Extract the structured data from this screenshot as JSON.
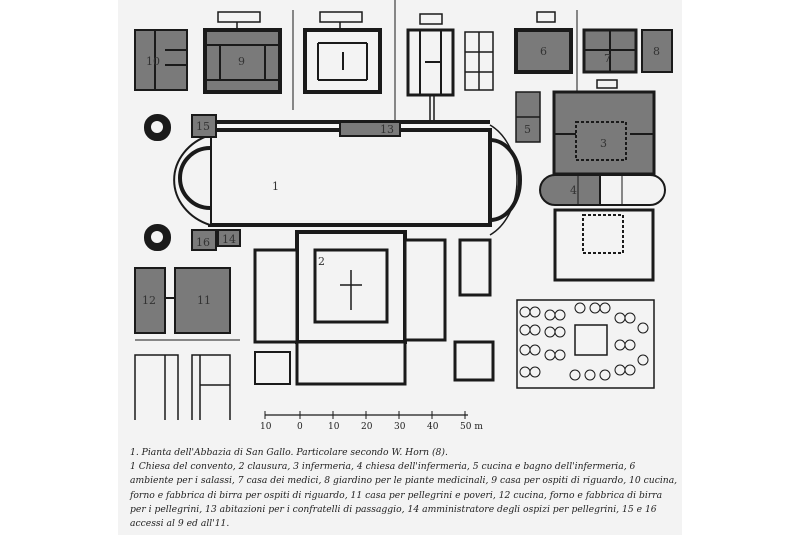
{
  "figure": {
    "title": "1. Pianta dell'Abbazia di San Gallo. Particolare secondo W. Horn (8).",
    "legend": "1 Chiesa del convento, 2 clausura, 3 infermeria, 4 chiesa dell'infermeria, 5 cucina e bagno dell'infermeria, 6 ambiente per i salassi, 7 casa dei medici, 8 giardino per le piante medicinali, 9 casa per ospiti di riguardo, 10 cucina, forno e fabbrica di birra per ospiti di riguardo, 11 casa per pellegrini e poveri, 12 cucina, forno e fabbrica di birra per i pellegrini, 13 abitazioni per i confratelli di passaggio, 14 amministratore degli ospizi per pellegrini, 15 e 16 accessi al 9 ed all'11.",
    "legend_items": [
      {
        "n": "1",
        "label": "Chiesa del convento"
      },
      {
        "n": "2",
        "label": "clausura"
      },
      {
        "n": "3",
        "label": "infermeria"
      },
      {
        "n": "4",
        "label": "chiesa dell'infermeria"
      },
      {
        "n": "5",
        "label": "cucina e bagno dell'infermeria"
      },
      {
        "n": "6",
        "label": "ambiente per i salassi"
      },
      {
        "n": "7",
        "label": "casa dei medici"
      },
      {
        "n": "8",
        "label": "giardino per le piante medicinali"
      },
      {
        "n": "9",
        "label": "casa per ospiti di riguardo"
      },
      {
        "n": "10",
        "label": "cucina, forno e fabbrica di birra per ospiti di riguardo"
      },
      {
        "n": "11",
        "label": "casa per pellegrini e poveri"
      },
      {
        "n": "12",
        "label": "cucina, forno e fabbrica di birra per i pellegrini"
      },
      {
        "n": "13",
        "label": "abitazioni per i confratelli di passaggio"
      },
      {
        "n": "14",
        "label": "amministratore degli ospizi per pellegrini"
      },
      {
        "n": "15",
        "label": "accessi al 9"
      },
      {
        "n": "16",
        "label": "accessi all'11"
      }
    ]
  },
  "plan_labels": {
    "l1": "1",
    "l2": "2",
    "l3": "3",
    "l4": "4",
    "l5": "5",
    "l6": "6",
    "l7": "7",
    "l8": "8",
    "l9": "9",
    "l10": "10",
    "l11": "11",
    "l12": "12",
    "l13": "13",
    "l14": "14",
    "l15": "15",
    "l16": "16"
  },
  "scale_bar": {
    "ticks": [
      "10",
      "0",
      "10",
      "20",
      "30",
      "40",
      "50 m"
    ]
  },
  "colors": {
    "paper": "#f3f3f3",
    "ink": "#1a1a1a",
    "shaded": "#7a7a7a"
  }
}
